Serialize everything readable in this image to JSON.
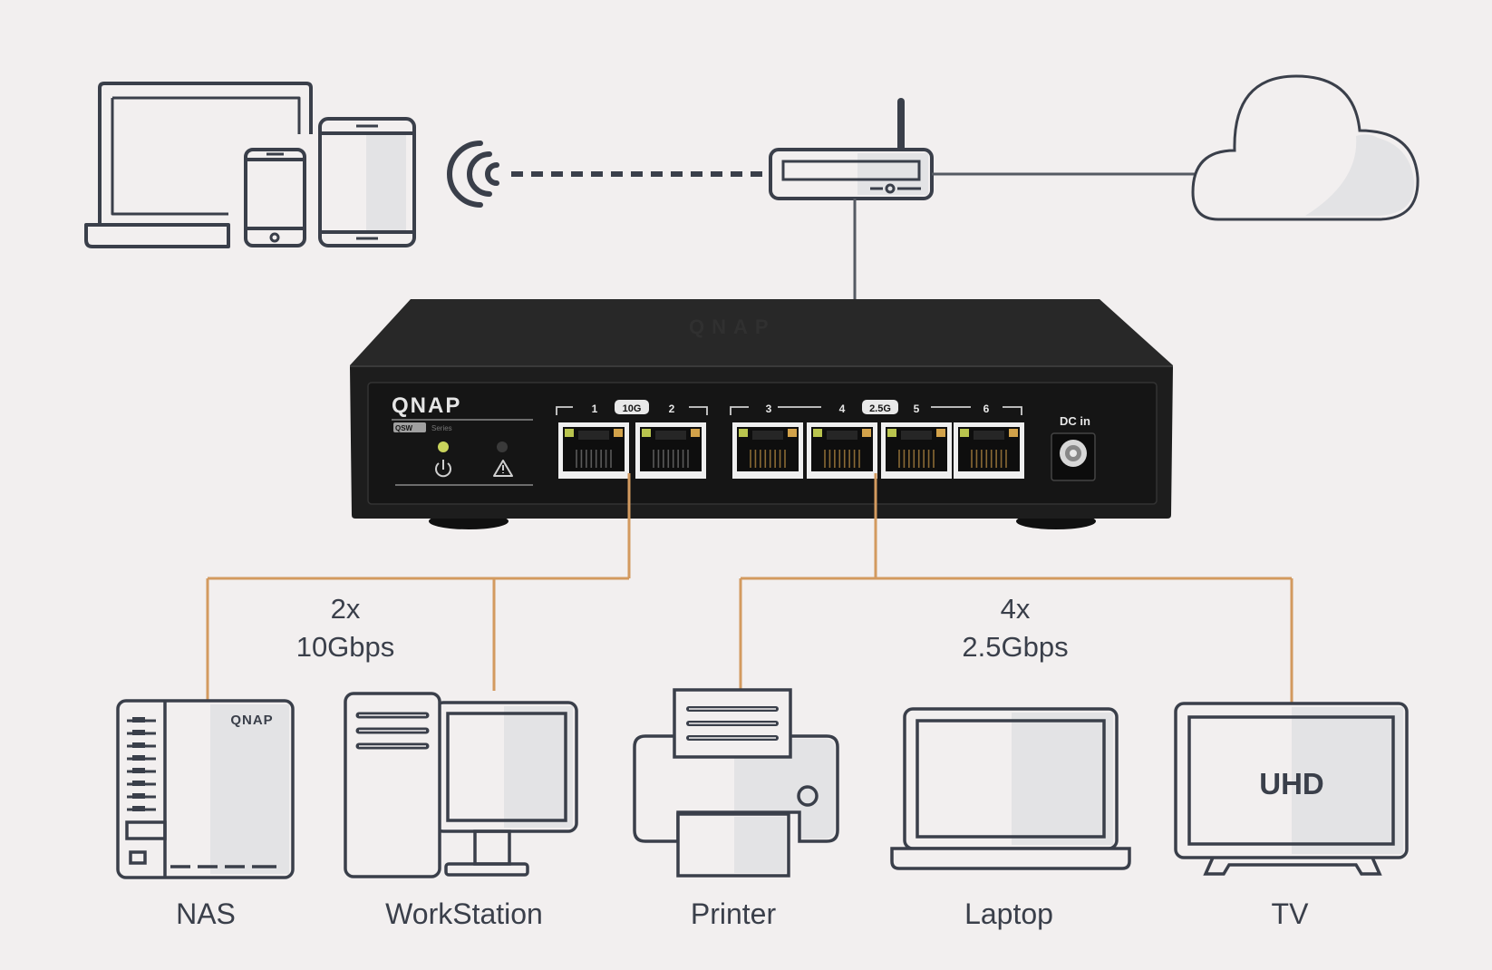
{
  "colors": {
    "background": "#f2efef",
    "outline": "#3a3f4a",
    "accent_line": "#d39a5f",
    "switch_body": "#1d1d1d",
    "shade": "#e3e3e5",
    "power_led": "#c9d45c"
  },
  "switch": {
    "brand": "QNAP",
    "series_badge": "QSW",
    "series_text": "Series",
    "group_10g_label": "10G",
    "group_25g_label": "2.5G",
    "port_labels": [
      "1",
      "2",
      "3",
      "4",
      "5",
      "6"
    ],
    "dc_label": "DC in",
    "icons": [
      "power-icon",
      "warning-icon"
    ]
  },
  "groups": {
    "ten_g": {
      "line1": "2x",
      "line2": "10Gbps"
    },
    "two_five_g": {
      "line1": "4x",
      "line2": "2.5Gbps"
    }
  },
  "devices": [
    {
      "id": "nas",
      "label": "NAS",
      "brand": "QNAP"
    },
    {
      "id": "workstation",
      "label": "WorkStation"
    },
    {
      "id": "printer",
      "label": "Printer"
    },
    {
      "id": "laptop",
      "label": "Laptop"
    },
    {
      "id": "tv",
      "label": "TV",
      "screen_text": "UHD"
    }
  ],
  "top_icons": [
    "laptop-tablet-phone-icon",
    "wifi-icon",
    "router-icon",
    "cloud-icon"
  ]
}
